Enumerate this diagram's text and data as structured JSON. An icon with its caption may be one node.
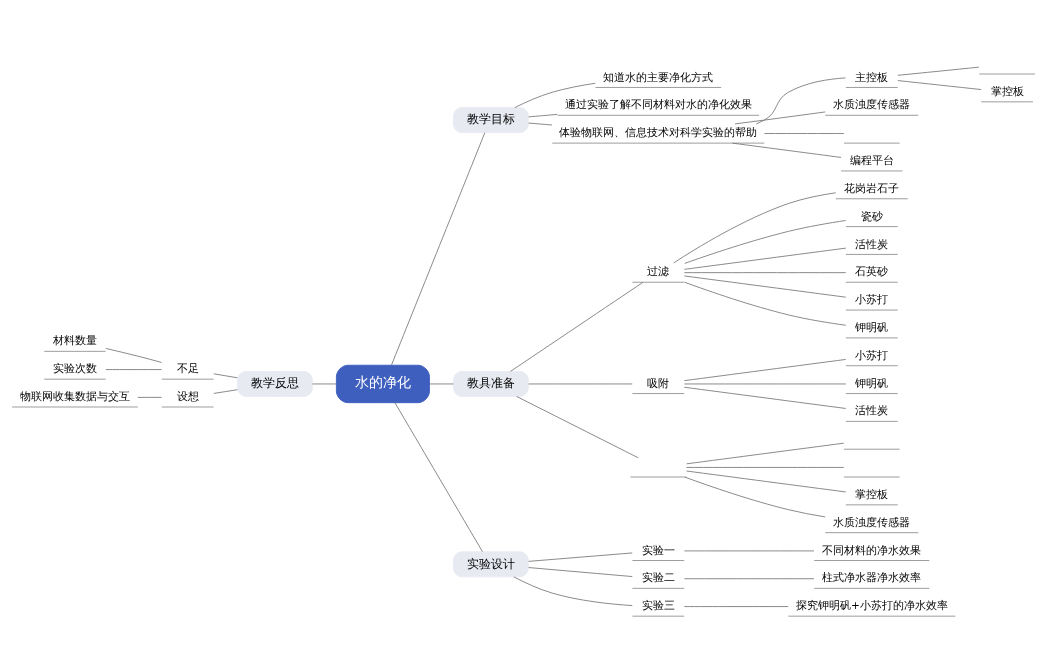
{
  "diagram": {
    "nodes": [
      {
        "text": [
          "水的净化"
        ]
      },
      {
        "text": [
          "教学目标"
        ]
      },
      {
        "text": [
          "知道水的主要净化方式"
        ]
      },
      {
        "text": [
          "通过实验了解不同材料对水的净化效果"
        ]
      },
      {
        "text": [
          "体验物联网、信息技术对科学实验的帮助"
        ]
      },
      {
        "text": [
          "主控板"
        ]
      },
      {
        "text": [],
        "shape": "bar"
      },
      {
        "text": [
          "掌控板"
        ]
      },
      {
        "text": [
          "水质浊度传感器"
        ]
      },
      {
        "text": [],
        "shape": "bar"
      },
      {
        "text": [
          "编程平台"
        ]
      },
      {
        "text": [
          "教具准备"
        ]
      },
      {
        "text": [
          "过滤"
        ]
      },
      {
        "text": [
          "花岗岩石子"
        ]
      },
      {
        "text": [
          "瓷砂"
        ]
      },
      {
        "text": [
          "活性炭"
        ]
      },
      {
        "text": [
          "石英砂"
        ]
      },
      {
        "text": [
          "小苏打"
        ]
      },
      {
        "text": [
          "钾明矾"
        ]
      },
      {
        "text": [
          "吸附"
        ]
      },
      {
        "text": [
          "小苏打"
        ]
      },
      {
        "text": [
          "钾明矾"
        ]
      },
      {
        "text": [
          "活性炭"
        ]
      },
      {
        "text": [],
        "shape": "bar"
      },
      {
        "text": [],
        "shape": "bar"
      },
      {
        "text": [],
        "shape": "bar"
      },
      {
        "text": [
          "掌控板"
        ]
      },
      {
        "text": [
          "水质浊度传感器"
        ]
      },
      {
        "text": [
          "实验设计"
        ]
      },
      {
        "text": [
          "实验一"
        ]
      },
      {
        "text": [
          "不同材料的净水效果"
        ]
      },
      {
        "text": [
          "实验二"
        ]
      },
      {
        "text": [
          "柱式净水器净水效率"
        ]
      },
      {
        "text": [
          "实验三"
        ]
      },
      {
        "text": [
          "探究钾明矾+小苏打的净水效率"
        ]
      },
      {
        "text": [
          "教学反思"
        ]
      },
      {
        "text": [
          "不足"
        ]
      },
      {
        "text": [
          "材料数量"
        ]
      },
      {
        "text": [
          "实验次数"
        ]
      },
      {
        "text": [
          "设想"
        ]
      },
      {
        "text": [
          "物联网收集数据与交互"
        ]
      }
    ],
    "edges": [
      {
        "from": 0,
        "to": 1,
        "arrow": "none"
      },
      {
        "from": 1,
        "to": 2,
        "arrow": "none"
      },
      {
        "from": 1,
        "to": 3,
        "arrow": "none"
      },
      {
        "from": 1,
        "to": 4,
        "arrow": "none"
      },
      {
        "from": 4,
        "to": 5,
        "arrow": "none"
      },
      {
        "from": 5,
        "to": 6,
        "arrow": "none"
      },
      {
        "from": 5,
        "to": 7,
        "arrow": "none"
      },
      {
        "from": 4,
        "to": 8,
        "arrow": "none"
      },
      {
        "from": 4,
        "to": 9,
        "arrow": "none"
      },
      {
        "from": 4,
        "to": 10,
        "arrow": "none"
      },
      {
        "from": 0,
        "to": 11,
        "arrow": "none"
      },
      {
        "from": 11,
        "to": 12,
        "arrow": "none"
      },
      {
        "from": 12,
        "to": 13,
        "arrow": "none"
      },
      {
        "from": 12,
        "to": 14,
        "arrow": "none"
      },
      {
        "from": 12,
        "to": 15,
        "arrow": "none"
      },
      {
        "from": 12,
        "to": 16,
        "arrow": "none"
      },
      {
        "from": 12,
        "to": 17,
        "arrow": "none"
      },
      {
        "from": 12,
        "to": 18,
        "arrow": "none"
      },
      {
        "from": 11,
        "to": 19,
        "arrow": "none"
      },
      {
        "from": 19,
        "to": 20,
        "arrow": "none"
      },
      {
        "from": 19,
        "to": 21,
        "arrow": "none"
      },
      {
        "from": 19,
        "to": 22,
        "arrow": "none"
      },
      {
        "from": 11,
        "to": 23,
        "arrow": "none"
      },
      {
        "from": 23,
        "to": 24,
        "arrow": "none"
      },
      {
        "from": 23,
        "to": 25,
        "arrow": "none"
      },
      {
        "from": 23,
        "to": 26,
        "arrow": "none"
      },
      {
        "from": 23,
        "to": 27,
        "arrow": "none"
      },
      {
        "from": 0,
        "to": 28,
        "arrow": "none"
      },
      {
        "from": 28,
        "to": 29,
        "arrow": "none"
      },
      {
        "from": 29,
        "to": 30,
        "arrow": "none"
      },
      {
        "from": 28,
        "to": 31,
        "arrow": "none"
      },
      {
        "from": 31,
        "to": 32,
        "arrow": "none"
      },
      {
        "from": 28,
        "to": 33,
        "arrow": "none"
      },
      {
        "from": 33,
        "to": 34,
        "arrow": "none"
      },
      {
        "from": 0,
        "to": 35,
        "arrow": "none"
      },
      {
        "from": 35,
        "to": 36,
        "arrow": "none"
      },
      {
        "from": 36,
        "to": 37,
        "arrow": "none"
      },
      {
        "from": 36,
        "to": 38,
        "arrow": "none"
      },
      {
        "from": 35,
        "to": 39,
        "arrow": "none"
      },
      {
        "from": 39,
        "to": 40,
        "arrow": "none"
      }
    ]
  }
}
